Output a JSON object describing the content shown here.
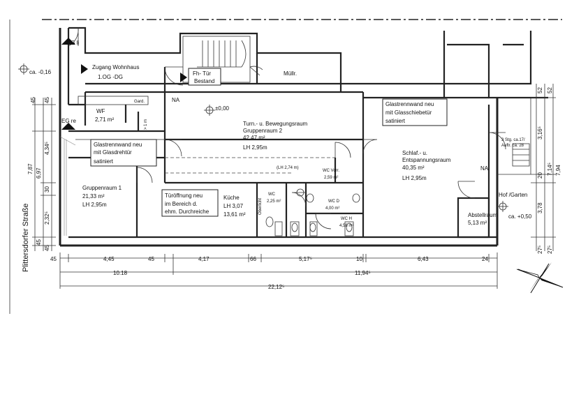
{
  "street": "Plittersdorfer Straße",
  "rooms": {
    "turn_line1": "Turn.- u. Bewegungsraum",
    "turn_line2": "Gruppenraum 2",
    "turn_area": "42,47 m²",
    "turn_lh": "LH 2,95m",
    "schlaf_line1": "Schlaf.- u.",
    "schlaf_line2": "Entspannungsraum",
    "schlaf_area": "40,35 m²",
    "schlaf_lh": "LH 2,95m",
    "gruppe1_line1": "Gruppenraum 1",
    "gruppe1_area": "21,33 m²",
    "gruppe1_lh": "LH 2,95m",
    "kueche_line1": "Küche",
    "kueche_lh": "LH 3,07",
    "kueche_area": "13,61 m²",
    "abstell_line1": "Abstellraum",
    "abstell_area": "5,13 m²",
    "wc_vorr_line1": "WC Vorr.",
    "wc_vorr_area": "2,59 m²",
    "wc_line1": "WC",
    "wc_area": "2,25 m²",
    "wc_d_line1": "WC D",
    "wc_d_area": "4,00 m²",
    "wc_h_line1": "WC H",
    "wc_h_area": "4,58 m²",
    "wf_line1": "WF",
    "wf_area": "2,71 m²",
    "muell": "Müllr.",
    "gard": "Gard."
  },
  "labels": {
    "zugang_line1": "Zugang Wohnhaus",
    "zugang_line2": "1.OG -DG",
    "fh_line1": "Fh- Tür",
    "fh_line2": "Bestand",
    "na_left": "NA",
    "na_right": "NA",
    "eg_li": "EG li",
    "eg_re": "EG re",
    "level_zero": "±0,00",
    "level_left": "ca. -0,16",
    "level_right": "ca. +0,50",
    "hof": "Hof /Garten",
    "stg_line1": "3 Stg. ca.17/",
    "stg_line2": "Auftr. ca. 28",
    "lh_274": "(LH 2,74 m)",
    "oberlicht": "Oberlicht",
    "greater_1m": "> 1 m",
    "glas_left_line1": "Glastrennwand neu",
    "glas_left_line2": "mit Glasdrehtür",
    "glas_left_line3": "satiniert",
    "glas_right_line1": "Glastrennwand neu",
    "glas_right_line2": "mit Glasschiebetür",
    "glas_right_line3": "satiniert",
    "tuer_line1": "Türöffnung neu",
    "tuer_line2": "im Bereich d.",
    "tuer_line3": "ehm. Durchreiche"
  },
  "dims_bottom": {
    "d45a": "45",
    "d445": "4,45",
    "d45b": "45",
    "d417": "4,17",
    "d66": "66",
    "d517": "5,17⁵",
    "d10": "10",
    "d643": "6,43",
    "d24": "24",
    "d1018": "10.18",
    "d1194": "11,94⁵",
    "d2212": "22,12⁵"
  },
  "dims_left": {
    "d45a": "45",
    "d45b": "45",
    "d434": "4,34⁵",
    "d697": "6,97",
    "d787": "7,87",
    "d30": "30",
    "d232": "2,32⁵",
    "d45c": "45",
    "d45d": "45"
  },
  "dims_right": {
    "d52a": "52",
    "d52b": "52",
    "d316": "3,16⁵",
    "d20": "20",
    "d714": "7,14⁵",
    "d794": "7,94",
    "d378": "3,78",
    "d27a": "27⁵",
    "d27b": "27⁵"
  }
}
